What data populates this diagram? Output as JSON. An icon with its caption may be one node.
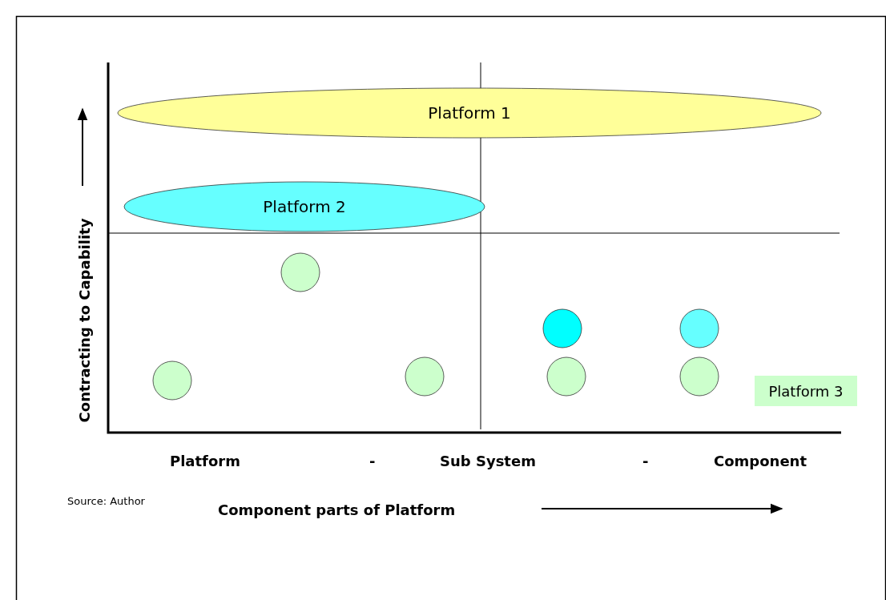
{
  "diagram": {
    "nodes": [
      {
        "text": [
          "Platform 1"
        ]
      },
      {
        "text": [
          "Platform 2"
        ]
      },
      {
        "text": [],
        "shape": "circle"
      },
      {
        "text": [],
        "shape": "circle"
      },
      {
        "text": [],
        "shape": "circle"
      },
      {
        "text": [],
        "shape": "circle"
      },
      {
        "text": [],
        "shape": "circle"
      },
      {
        "text": [],
        "shape": "circle"
      },
      {
        "text": [],
        "shape": "circle"
      },
      {
        "text": [
          "Platform 3"
        ]
      }
    ],
    "labels": [
      "Contracting to Capability",
      "Platform",
      "-",
      "Sub System",
      "-",
      "Component",
      "Source: Author",
      "Component parts of Platform"
    ]
  }
}
